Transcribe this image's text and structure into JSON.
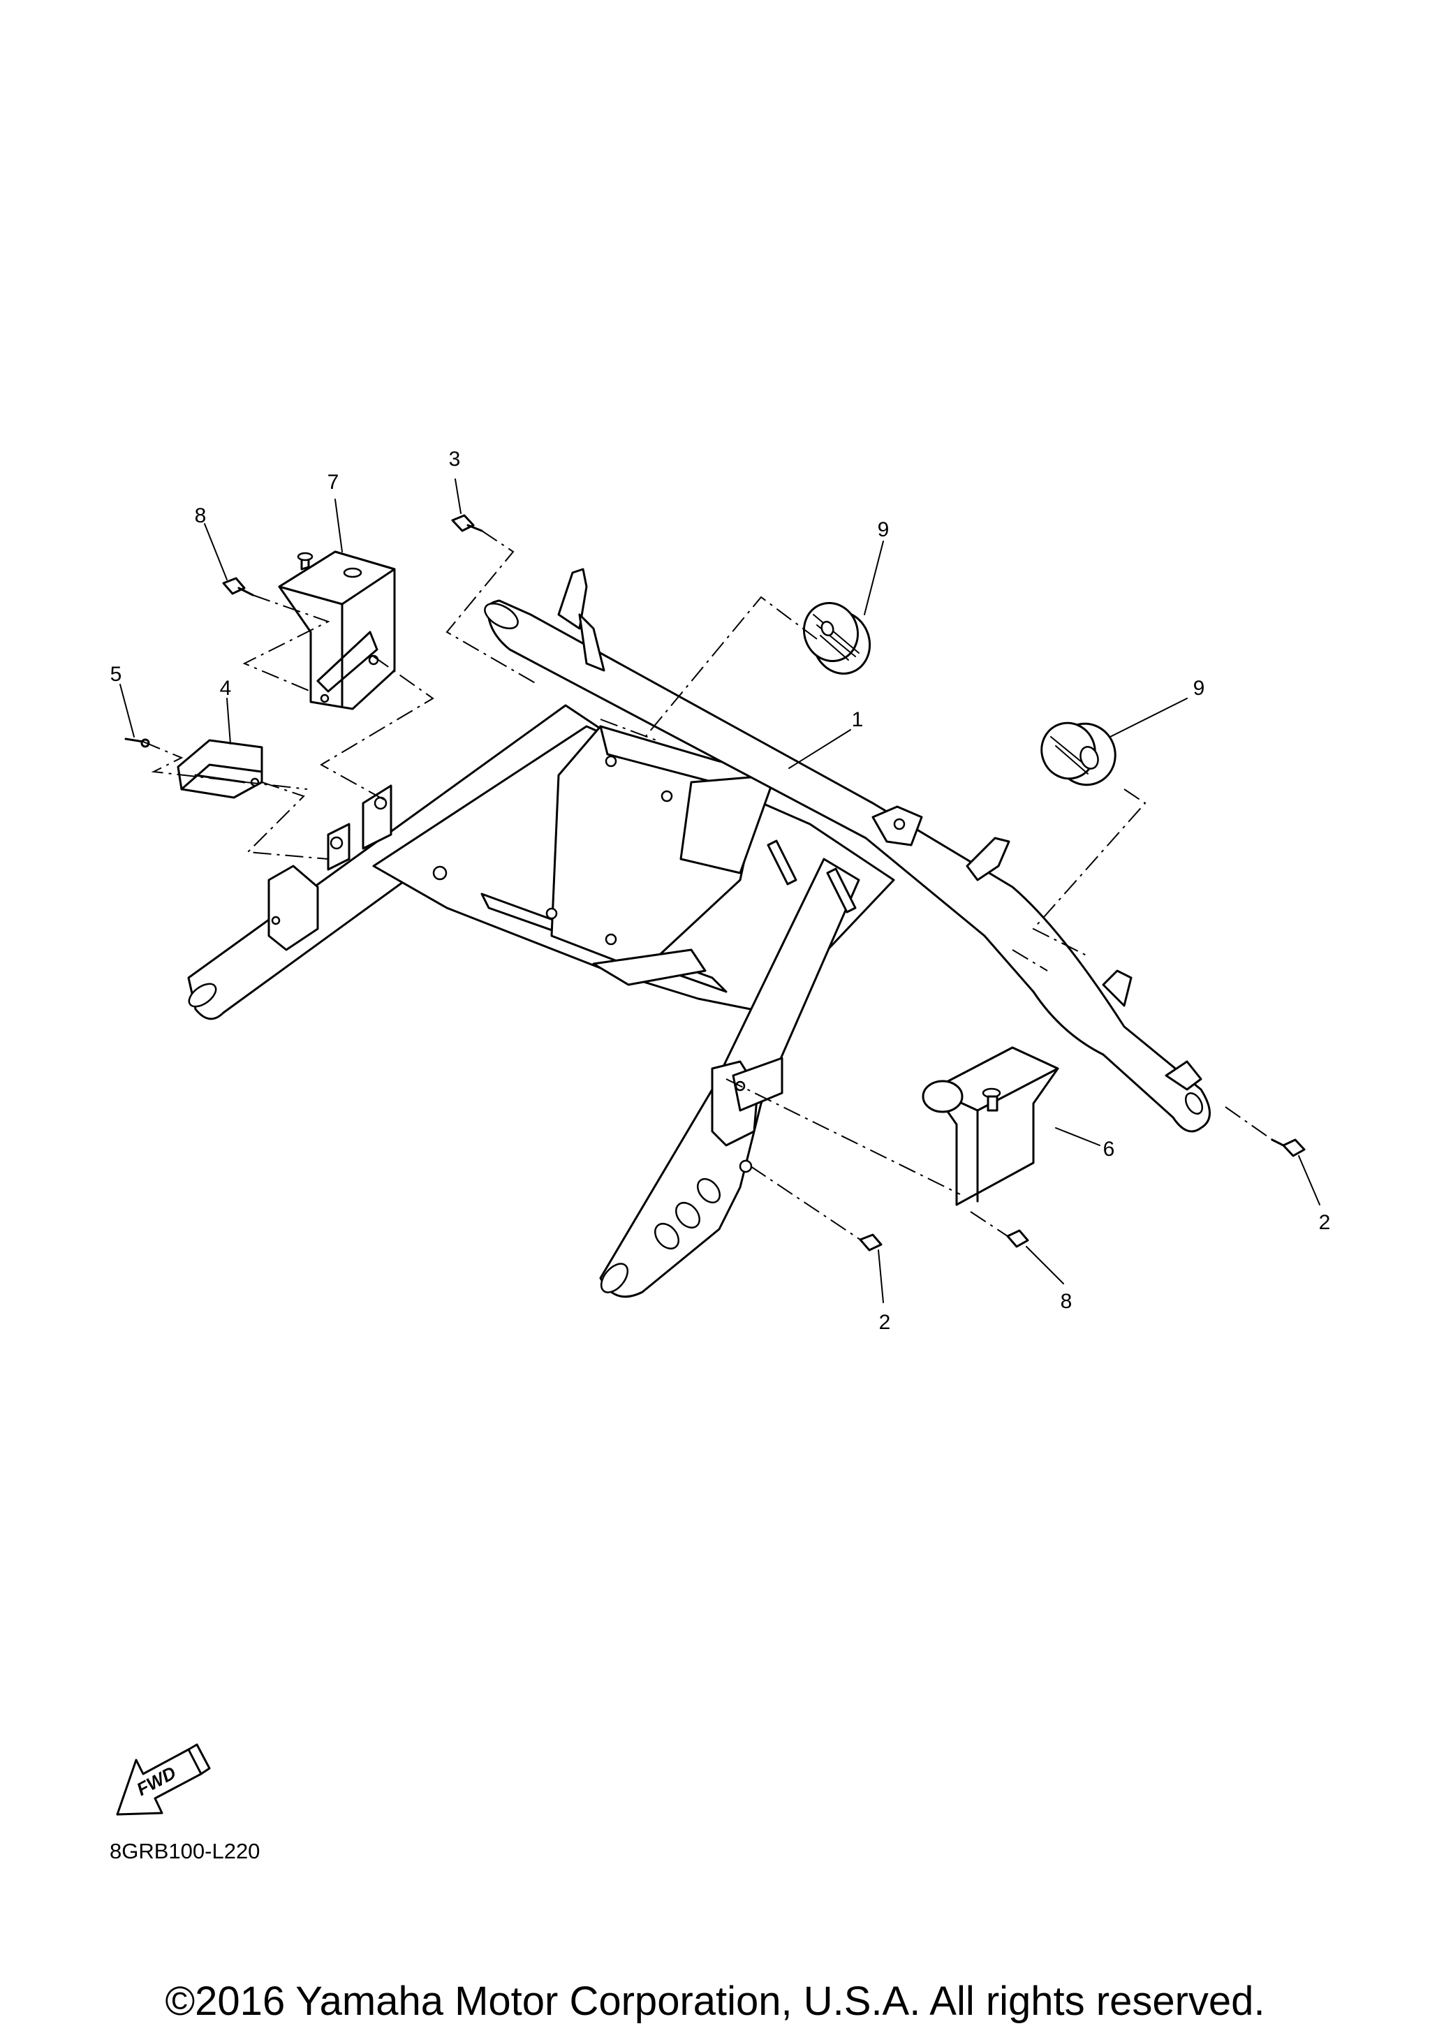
{
  "diagram": {
    "callouts": [
      {
        "id": "c3",
        "text": "3"
      },
      {
        "id": "c7",
        "text": "7"
      },
      {
        "id": "c8a",
        "text": "8"
      },
      {
        "id": "c9a",
        "text": "9"
      },
      {
        "id": "c5",
        "text": "5"
      },
      {
        "id": "c4",
        "text": "4"
      },
      {
        "id": "c9b",
        "text": "9"
      },
      {
        "id": "c1",
        "text": "1"
      },
      {
        "id": "c6",
        "text": "6"
      },
      {
        "id": "c2a",
        "text": "2"
      },
      {
        "id": "c2b",
        "text": "2"
      },
      {
        "id": "c8b",
        "text": "8"
      }
    ],
    "fwd_label": "FWD",
    "diagram_code": "8GRB100-L220"
  },
  "footer": {
    "copyright": "©2016 Yamaha Motor Corporation, U.S.A. All rights reserved."
  }
}
